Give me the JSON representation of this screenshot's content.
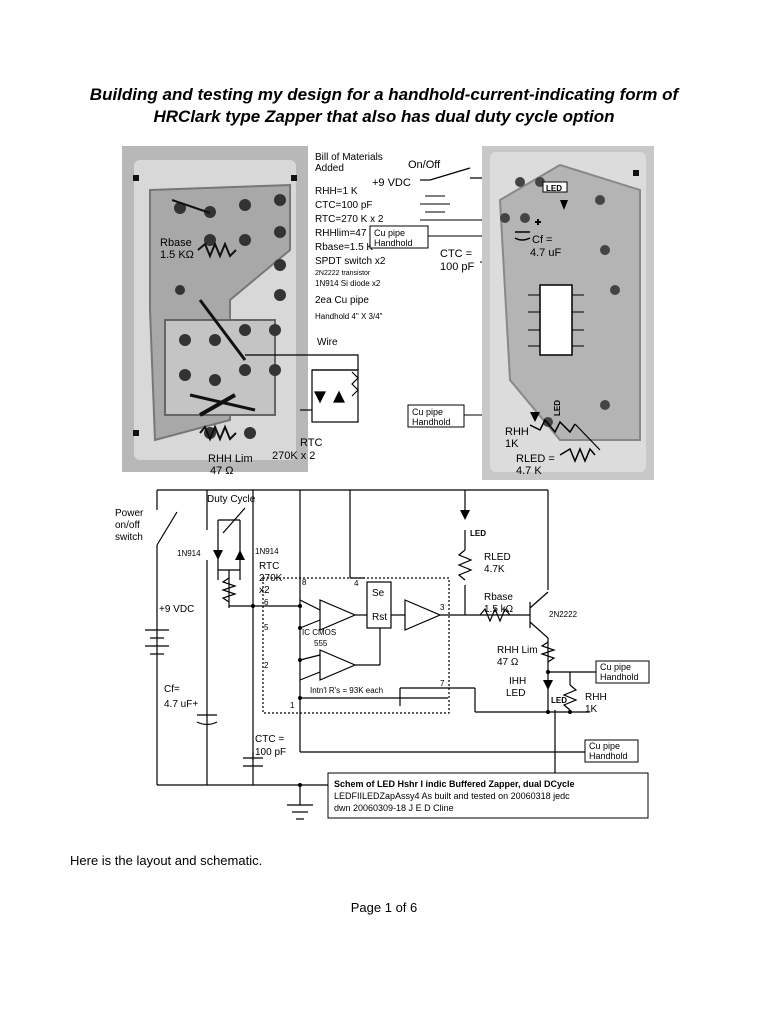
{
  "title_line1": "Building and testing my design for a handhold-current-indicating form of",
  "title_line2": "HRClark type Zapper that also has dual duty cycle option",
  "layout_labels": {
    "bom_title": "Bill of Materials",
    "added": "Added",
    "onoff": "On/Off",
    "vdc": "+9 VDC",
    "rhh": "RHH=1 K",
    "ctc": "CTC=100 pF",
    "rtc": "RTC=270 K x 2",
    "rhhlim": "RHHlim=47 Ω",
    "rbase": "Rbase=1.5 K",
    "spdt": "SPDT switch x2",
    "transistor": "2N2222 transistor",
    "diode": "1N914 Si diode x2",
    "cu_pipe": "2ea Cu pipe",
    "handhold_size": "Handhold 4\" X 3/4\"",
    "wire": "Wire",
    "cu_pipe_handhold_a": "Cu pipe",
    "cu_pipe_handhold_b": "Handhold",
    "ctc_left": "CTC =",
    "ctc_left_val": "100 pF",
    "cf_label": "Cf =",
    "cf_val": "4.7 uF",
    "rbase_pcb": "Rbase",
    "rbase_pcb_val": "1.5 KΩ",
    "rhh_lim_pcb": "RHH Lim",
    "rhh_lim_pcb_val": "47 Ω",
    "rtc_pcb": "RTC",
    "rtc_pcb_val": "270K x 2",
    "led_pcb": "LED",
    "rhh_pcb": "RHH",
    "rhh_pcb_val": "1K",
    "rled_pcb": "RLED =",
    "rled_pcb_val": "4.7 K"
  },
  "schematic_labels": {
    "power_switch_1": "Power",
    "power_switch_2": "on/off",
    "power_switch_3": "switch",
    "duty_cycle": "Duty Cycle",
    "d1": "1N914",
    "d2": "1N914",
    "rtc": "RTC",
    "rtc_val_1": "270K",
    "rtc_val_2": "x2",
    "vdc": "+9 VDC",
    "ic": "IC CMOS",
    "ic_2": "555",
    "intnl": "Intn'l R's = 93K each",
    "cf": "Cf=",
    "cf_val": "4.7 uF+",
    "ctc": "CTC =",
    "ctc_val": "100 pF",
    "se": "Se",
    "rst": "Rst",
    "pin8": "8",
    "pin4": "4",
    "pin6": "6",
    "pin5": "5",
    "pin2": "2",
    "pin1": "1",
    "pin7": "7",
    "pin3": "3",
    "led_top": "LED",
    "rled": "RLED",
    "rled_val": "4.7K",
    "rbase": "Rbase",
    "rbase_val": "1.5 kΩ",
    "transistor": "2N2222",
    "rhh_lim": "RHH Lim",
    "rhh_lim_val": "47 Ω",
    "ihh": "IHH",
    "ihh_led": "LED",
    "led_small": "LED",
    "rhh": "RHH",
    "rhh_val": "1K",
    "cu1_a": "Cu pipe",
    "cu1_b": "Handhold",
    "cu2_a": "Cu pipe",
    "cu2_b": "Handhold",
    "box_line1": "Schem of LED Hshr I indic Buffered Zapper, dual DCycle",
    "box_line2": "LEDFIILEDZapAssy4 As built and tested on 20060318 jedc",
    "box_line3": "dwn 20060309-18 J E D Cline"
  },
  "caption": "Here is the layout and schematic.",
  "page_number": "Page 1 of 6"
}
